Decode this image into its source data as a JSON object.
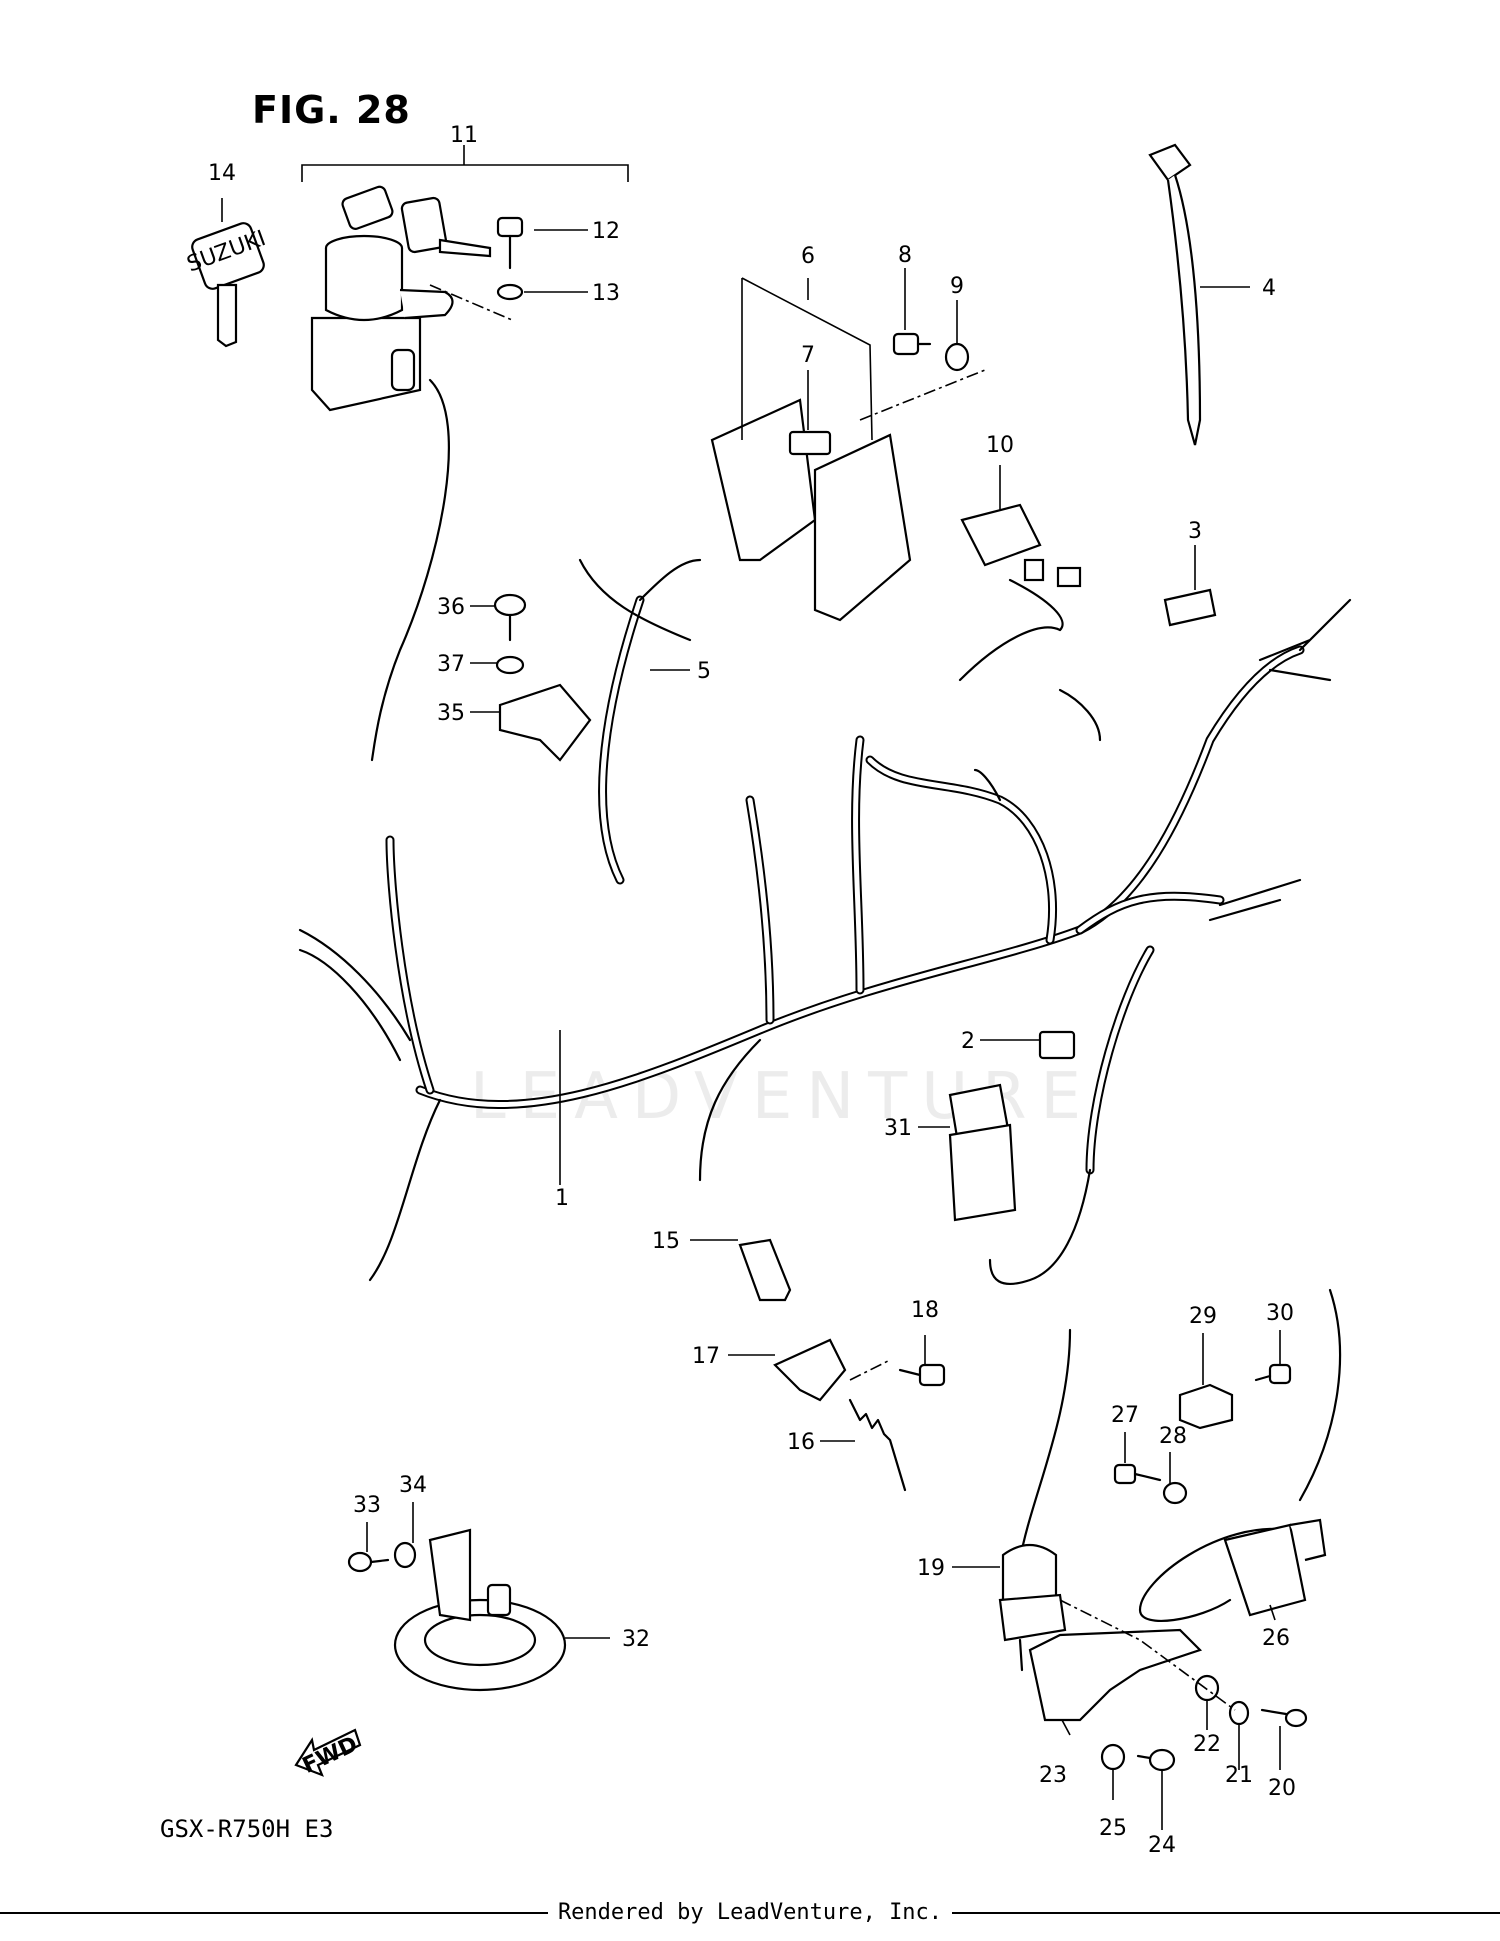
{
  "figure": {
    "title": "FIG. 28",
    "model": "GSX-R750H  E3",
    "footer": "Rendered by LeadVenture, Inc.",
    "watermark": "LEADVENTURE"
  },
  "callouts": [
    {
      "id": "1",
      "text": "1"
    },
    {
      "id": "2",
      "text": "2"
    },
    {
      "id": "3",
      "text": "3"
    },
    {
      "id": "4",
      "text": "4"
    },
    {
      "id": "5",
      "text": "5"
    },
    {
      "id": "6",
      "text": "6"
    },
    {
      "id": "7",
      "text": "7"
    },
    {
      "id": "8",
      "text": "8"
    },
    {
      "id": "9",
      "text": "9"
    },
    {
      "id": "10",
      "text": "10"
    },
    {
      "id": "11",
      "text": "11"
    },
    {
      "id": "12",
      "text": "12"
    },
    {
      "id": "13",
      "text": "13"
    },
    {
      "id": "14",
      "text": "14"
    },
    {
      "id": "15",
      "text": "15"
    },
    {
      "id": "16",
      "text": "16"
    },
    {
      "id": "17",
      "text": "17"
    },
    {
      "id": "18",
      "text": "18"
    },
    {
      "id": "19",
      "text": "19"
    },
    {
      "id": "20",
      "text": "20"
    },
    {
      "id": "21",
      "text": "21"
    },
    {
      "id": "22",
      "text": "22"
    },
    {
      "id": "23",
      "text": "23"
    },
    {
      "id": "24",
      "text": "24"
    },
    {
      "id": "25",
      "text": "25"
    },
    {
      "id": "26",
      "text": "26"
    },
    {
      "id": "27",
      "text": "27"
    },
    {
      "id": "28",
      "text": "28"
    },
    {
      "id": "29",
      "text": "29"
    },
    {
      "id": "30",
      "text": "30"
    },
    {
      "id": "31",
      "text": "31"
    },
    {
      "id": "32",
      "text": "32"
    },
    {
      "id": "33",
      "text": "33"
    },
    {
      "id": "34",
      "text": "34"
    },
    {
      "id": "35",
      "text": "35"
    },
    {
      "id": "36",
      "text": "36"
    },
    {
      "id": "37",
      "text": "37"
    }
  ],
  "labels": {
    "key_brand": "SUZUKI",
    "fwd_arrow": "FWD"
  }
}
